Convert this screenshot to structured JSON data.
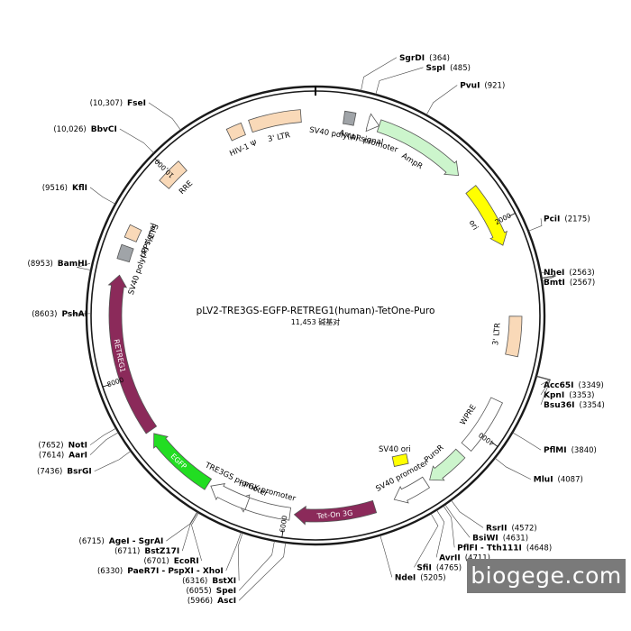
{
  "plasmid": {
    "name": "pLV2-TRE3GS-EGFP-RETREG1(human)-TetOne-Puro",
    "length_label": "11,453 碱基对",
    "total_bp": 11453
  },
  "watermark": "biogege.com",
  "ticks": [
    {
      "bp": 2000,
      "label": "2000"
    },
    {
      "bp": 4000,
      "label": "4000"
    },
    {
      "bp": 6000,
      "label": "6000"
    },
    {
      "bp": 8000,
      "label": "8000"
    },
    {
      "bp": 10000,
      "label": "10,000"
    }
  ],
  "sites": [
    {
      "name": "SgrDI",
      "pos": "(364)",
      "bp": 364
    },
    {
      "name": "SspI",
      "pos": "(485)",
      "bp": 485
    },
    {
      "name": "PvuI",
      "pos": "(921)",
      "bp": 921
    },
    {
      "name": "PciI",
      "pos": "(2175)",
      "bp": 2175
    },
    {
      "name": "NheI",
      "pos": "(2563)",
      "bp": 2563
    },
    {
      "name": "BmtI",
      "pos": "(2567)",
      "bp": 2567
    },
    {
      "name": "Acc65I",
      "pos": "(3349)",
      "bp": 3349
    },
    {
      "name": "KpnI",
      "pos": "(3353)",
      "bp": 3353
    },
    {
      "name": "Bsu36I",
      "pos": "(3354)",
      "bp": 3354
    },
    {
      "name": "PflMI",
      "pos": "(3840)",
      "bp": 3840
    },
    {
      "name": "MluI",
      "pos": "(4087)",
      "bp": 4087
    },
    {
      "name": "RsrII",
      "pos": "(4572)",
      "bp": 4572
    },
    {
      "name": "BsiWI",
      "pos": "(4631)",
      "bp": 4631
    },
    {
      "name": "PflFI - Tth111I",
      "pos": "(4648)",
      "bp": 4648
    },
    {
      "name": "AvrII",
      "pos": "(4711)",
      "bp": 4711
    },
    {
      "name": "SfiI",
      "pos": "(4765)",
      "bp": 4765
    },
    {
      "name": "NdeI",
      "pos": "(5205)",
      "bp": 5205
    },
    {
      "name": "AscI",
      "pos": "(5966)",
      "bp": 5966
    },
    {
      "name": "SpeI",
      "pos": "(6055)",
      "bp": 6055
    },
    {
      "name": "BstXI",
      "pos": "(6316)",
      "bp": 6316
    },
    {
      "name": "PaeR7I - PspXI - XhoI",
      "pos": "(6330)",
      "bp": 6330
    },
    {
      "name": "EcoRI",
      "pos": "(6701)",
      "bp": 6701
    },
    {
      "name": "BstZ17I",
      "pos": "(6711)",
      "bp": 6711
    },
    {
      "name": "AgeI - SgrAI",
      "pos": "(6715)",
      "bp": 6715
    },
    {
      "name": "BsrGI",
      "pos": "(7436)",
      "bp": 7436
    },
    {
      "name": "AarI",
      "pos": "(7614)",
      "bp": 7614
    },
    {
      "name": "NotI",
      "pos": "(7652)",
      "bp": 7652
    },
    {
      "name": "PshAI",
      "pos": "(8603)",
      "bp": 8603
    },
    {
      "name": "BamHI",
      "pos": "(8953)",
      "bp": 8953
    },
    {
      "name": "KflI",
      "pos": "(9516)",
      "bp": 9516
    },
    {
      "name": "BbvCI",
      "pos": "(10,026)",
      "bp": 10026
    },
    {
      "name": "FseI",
      "pos": "(10,307)",
      "bp": 10307
    }
  ],
  "features": [
    {
      "name": "AmpR promoter",
      "type": "arrow",
      "start": 485,
      "end": 590,
      "color": "#ffffff"
    },
    {
      "name": "AmpR",
      "type": "arrow",
      "start": 590,
      "end": 1450,
      "color": "#ccf5cc"
    },
    {
      "name": "ori",
      "type": "arrow",
      "start": 1620,
      "end": 2210,
      "color": "#ffff00"
    },
    {
      "name": "3' LTR",
      "type": "box",
      "start": 2870,
      "end": 3230,
      "color": "#f9d9b8"
    },
    {
      "name": "WPRE",
      "type": "box",
      "start": 3660,
      "end": 4170,
      "color": "#ffffff"
    },
    {
      "name": "PuroR",
      "type": "arrow",
      "start": 4250,
      "end": 4620,
      "color": "#ccf5cc"
    },
    {
      "name": "SV40 promoter",
      "type": "arrow",
      "start": 4660,
      "end": 4990,
      "color": "#ffffff"
    },
    {
      "name": "Tet-On 3G",
      "type": "arrow",
      "start": 5180,
      "end": 5920,
      "color": "#8b2a5a"
    },
    {
      "name": "hPGK promoter",
      "type": "arrow",
      "start": 5960,
      "end": 6470,
      "color": "#ffffff"
    },
    {
      "name": "TRE3GS promoter",
      "type": "arrow",
      "start": 6360,
      "end": 6730,
      "color": "#ffffff"
    },
    {
      "name": "EGFP",
      "type": "arrow",
      "start": 6760,
      "end": 7440,
      "color": "#22dd22"
    },
    {
      "name": "RETREG1",
      "type": "arrow",
      "start": 7480,
      "end": 8960,
      "color": "#8b2a5a"
    },
    {
      "name": "SV40 poly(A) signal",
      "type": "box",
      "start": 9100,
      "end": 9230,
      "color": "#a0a4a8"
    },
    {
      "name": "cPPT/CTS",
      "type": "box",
      "start": 9300,
      "end": 9420,
      "color": "#f9d9b8"
    },
    {
      "name": "RRE",
      "type": "box",
      "start": 9890,
      "end": 10130,
      "color": "#f9d9b8"
    },
    {
      "name": "HIV-1 Ψ",
      "type": "box",
      "start": 10640,
      "end": 10780,
      "color": "#f9d9b8"
    },
    {
      "name": "3' LTR",
      "type": "box",
      "start": 10850,
      "end": 11320,
      "color": "#f9d9b8"
    },
    {
      "name": "SV40 poly(A) signal",
      "type": "box",
      "start": 260,
      "end": 360,
      "color": "#a0a4a8"
    }
  ],
  "standalone_features": [
    {
      "name": "SV40 ori",
      "color": "#ffff00"
    }
  ]
}
